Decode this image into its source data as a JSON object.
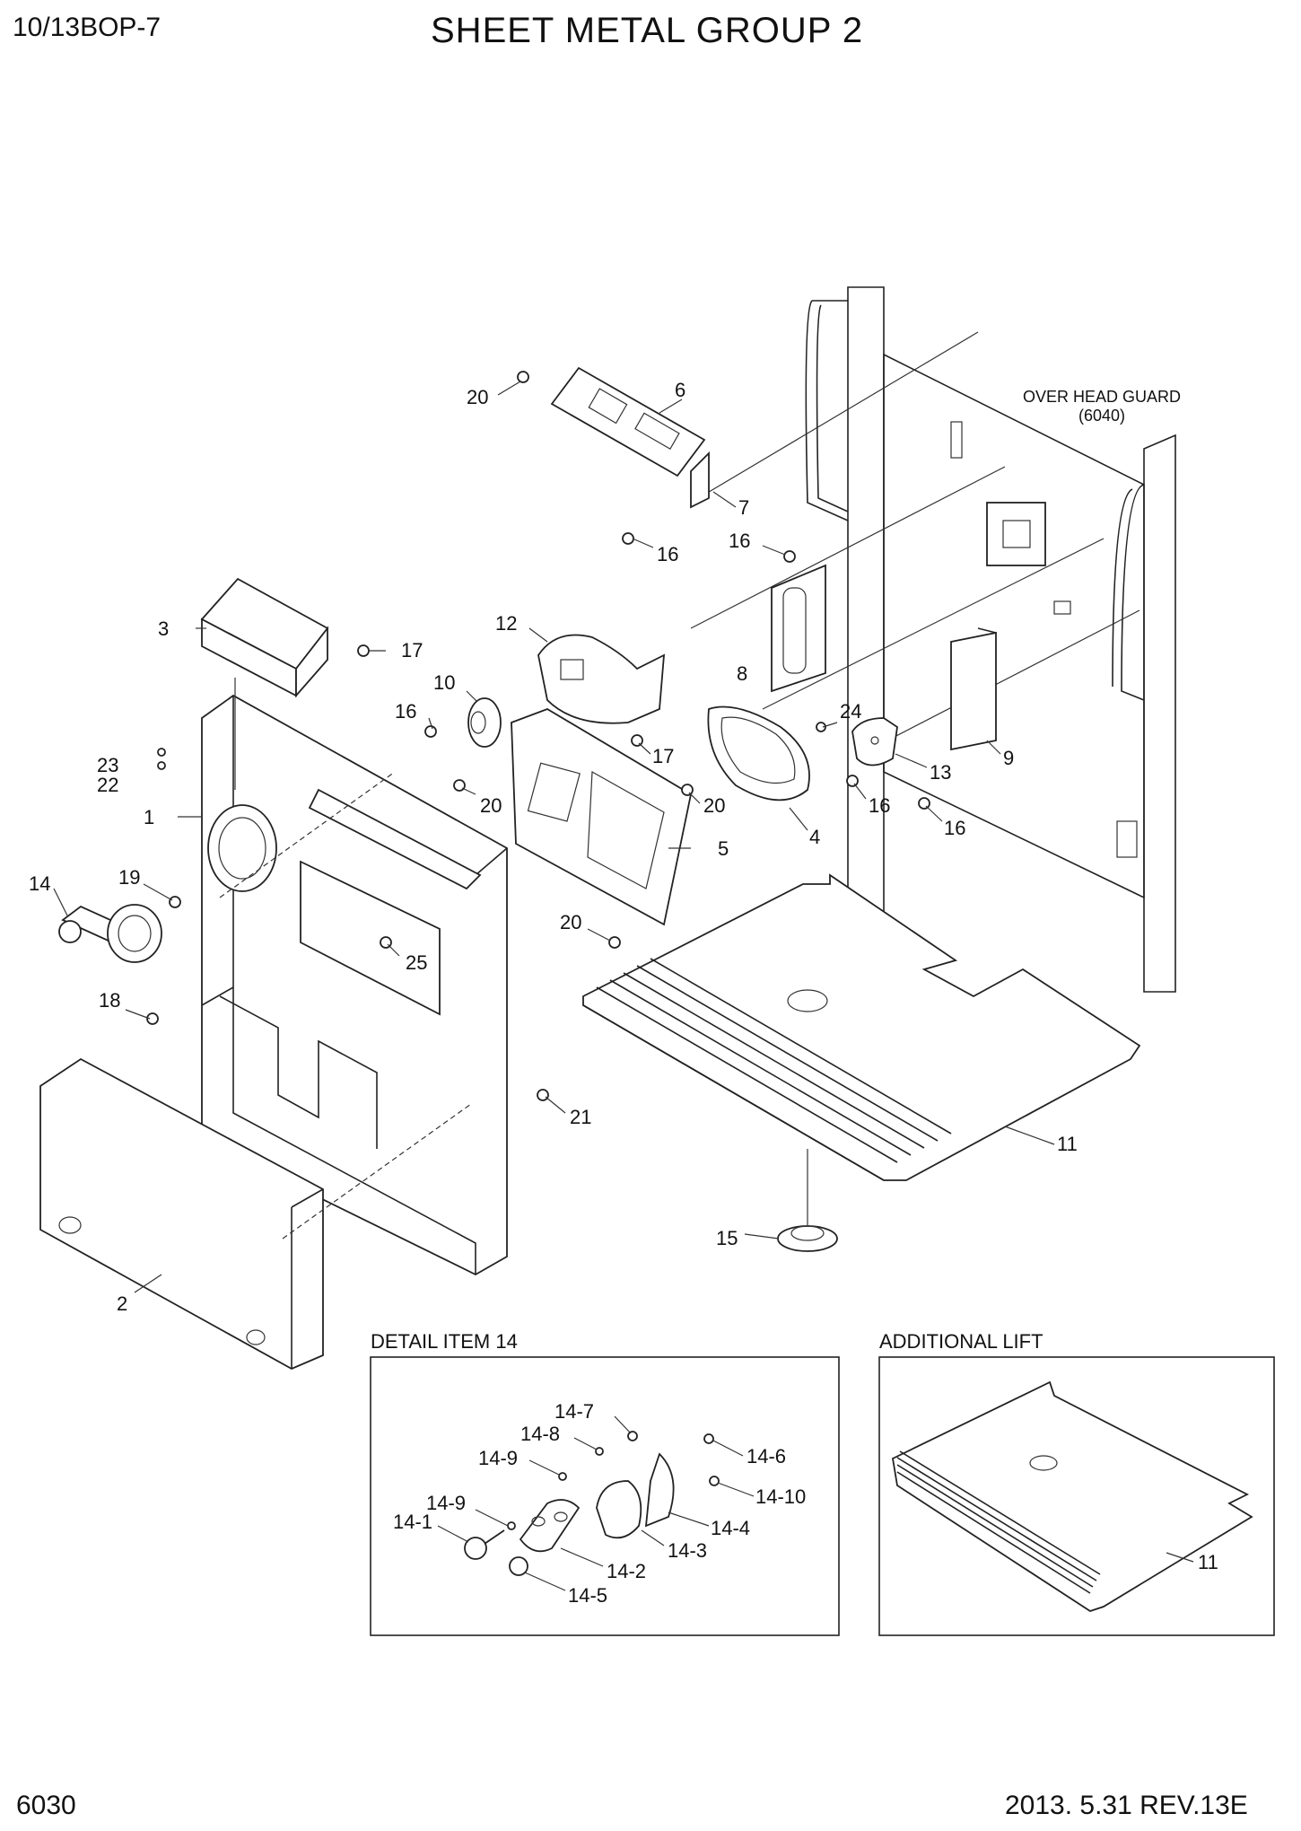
{
  "header": {
    "model": "10/13BOP-7",
    "title": "SHEET METAL GROUP 2"
  },
  "footer": {
    "page_number": "6030",
    "revision": "2013. 5.31  REV.13E"
  },
  "reference": {
    "line1": "OVER HEAD GUARD",
    "line2": "(6040)"
  },
  "callouts": {
    "c1": "1",
    "c2": "2",
    "c3": "3",
    "c4": "4",
    "c5": "5",
    "c6": "6",
    "c7": "7",
    "c8": "8",
    "c9": "9",
    "c10": "10",
    "c11": "11",
    "c12": "12",
    "c13": "13",
    "c14": "14",
    "c15": "15",
    "c16a": "16",
    "c16b": "16",
    "c16c": "16",
    "c16d": "16",
    "c16e": "16",
    "c17a": "17",
    "c17b": "17",
    "c18": "18",
    "c19": "19",
    "c20a": "20",
    "c20b": "20",
    "c20c": "20",
    "c20d": "20",
    "c21": "21",
    "c22": "22",
    "c23": "23",
    "c24": "24",
    "c25": "25"
  },
  "detail_item_14": {
    "caption": "DETAIL ITEM 14",
    "labels": {
      "d1": "14-7",
      "d2": "14-8",
      "d3": "14-9",
      "d4": "14-6",
      "d5": "14-10",
      "d6": "14-9",
      "d7": "14-1",
      "d8": "14-4",
      "d9": "14-3",
      "d10": "14-2",
      "d11": "14-5"
    }
  },
  "additional_lift": {
    "caption": "ADDITIONAL LIFT",
    "label": "11"
  }
}
